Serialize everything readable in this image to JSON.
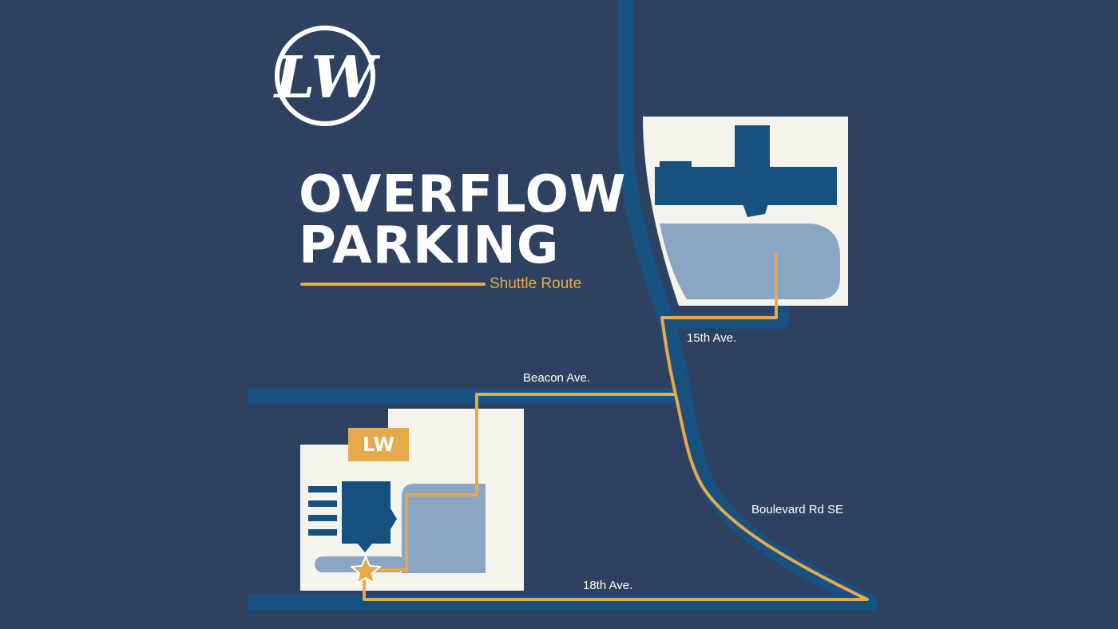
{
  "title": {
    "line1": "OVERFLOW",
    "line2": "PARKING"
  },
  "legend": {
    "label": "Shuttle Route",
    "color": "#e8a94a"
  },
  "logo": {
    "letters": "LW",
    "icon": "lw-monogram-circle-logo"
  },
  "streets": {
    "fifteenth": "15th Ave.",
    "beacon": "Beacon Ave.",
    "boulevard": "Boulevard Rd SE",
    "eighteenth": "18th Ave."
  },
  "campus": {
    "badge": "LW",
    "marker_icon": "star-icon"
  },
  "colors": {
    "background": "#2e4160",
    "road": "#175180",
    "building": "#175180",
    "lot": "#f5f4ec",
    "parking": "#8aa6c5",
    "route": "#e8a94a",
    "text": "#ffffff"
  }
}
